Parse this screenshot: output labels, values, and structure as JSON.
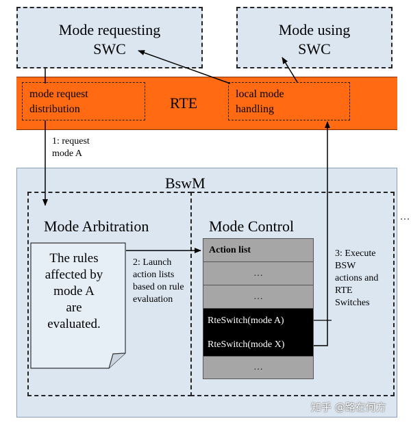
{
  "swc_requesting": {
    "line1": "Mode requesting",
    "line2": "SWC"
  },
  "swc_using": {
    "line1": "Mode using",
    "line2": "SWC"
  },
  "rte": {
    "title": "RTE",
    "request_distribution": {
      "line1": "mode request",
      "line2": "distribution"
    },
    "local_handling": {
      "line1": "local mode",
      "line2": "handling"
    }
  },
  "step1": {
    "line1": "1: request",
    "line2": "mode A"
  },
  "bswm": {
    "title": "BswM",
    "arbitration_title": "Mode Arbitration",
    "control_title": "Mode Control",
    "note": {
      "line1": "The rules",
      "line2": "affected by",
      "line3": "mode A",
      "line4": "are",
      "line5": "evaluated."
    }
  },
  "step2": {
    "line1": "2: Launch",
    "line2": "action lists",
    "line3": "based on rule",
    "line4": "evaluation"
  },
  "step3": {
    "line1": "3: Execute",
    "line2": "BSW",
    "line3": "actions and",
    "line4": "RTE",
    "line5": "Switches"
  },
  "action_list": {
    "header": "Action list",
    "dots": "…",
    "switch_a": "RteSwitch(mode A)",
    "switch_x": "RteSwitch(mode X)"
  },
  "watermark": "知乎 @路在何方",
  "colors": {
    "rte_orange": "#ff6a13",
    "swc_blue": "#dce6f0",
    "action_gray": "#a6a6a6"
  }
}
